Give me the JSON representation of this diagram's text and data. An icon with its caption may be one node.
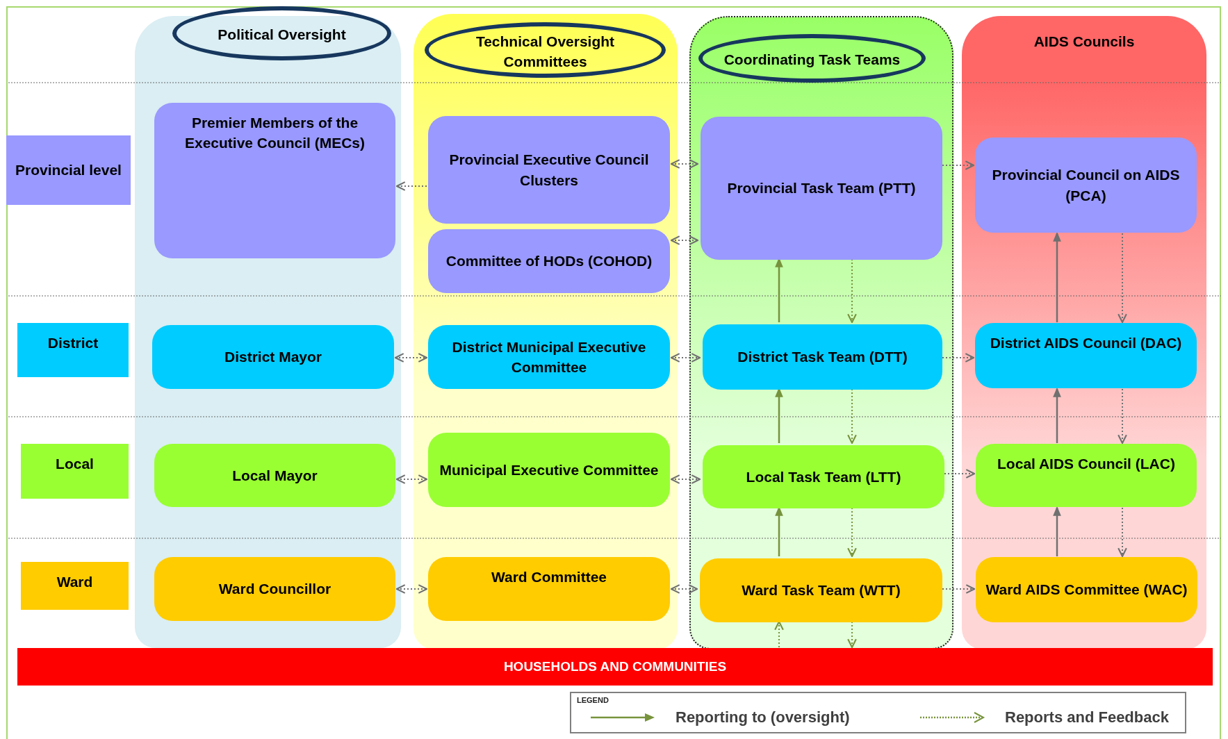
{
  "diagram": {
    "nodes": [
      {
        "text": [],
        "shape": "band"
      },
      {
        "text": [
          "Political Oversight"
        ]
      },
      {
        "text": [],
        "shape": "band"
      },
      {
        "text": [
          "Technical Oversight Committees"
        ],
        "in": 2
      },
      {
        "text": [],
        "shape": "band"
      },
      {
        "text": [
          "Coordinating Task Teams"
        ],
        "in": 4
      },
      {
        "text": [
          "AIDS Councils"
        ]
      },
      {
        "text": [
          "Provincial level"
        ]
      },
      {
        "text": [
          "Premier Members of the Executive Council (MECs)"
        ],
        "in": 0
      },
      {
        "text": [
          "Provincial Executive Council Clusters"
        ],
        "in": 2
      },
      {
        "text": [
          "Committee of HODs (COHOD)"
        ],
        "in": 2
      },
      {
        "text": [
          "Provincial Task Team (PTT)"
        ],
        "in": 4
      },
      {
        "text": [
          "Provincial Council on AIDS (PCA)"
        ],
        "in": 6
      },
      {
        "text": [
          "District"
        ]
      },
      {
        "text": [
          "District Mayor"
        ],
        "in": 0
      },
      {
        "text": [
          "District Municipal Executive Committee"
        ],
        "in": 2
      },
      {
        "text": [
          "District Task Team (DTT)"
        ],
        "in": 4
      },
      {
        "text": [
          "District AIDS Council (DAC)"
        ],
        "in": 6
      },
      {
        "text": [
          "Local"
        ]
      },
      {
        "text": [
          "Local Mayor"
        ],
        "in": 0
      },
      {
        "text": [
          "Municipal Executive Committee"
        ],
        "in": 2
      },
      {
        "text": [
          "Local Task Team (LTT)"
        ],
        "in": 4
      },
      {
        "text": [
          "Local AIDS Council (LAC)"
        ],
        "in": 6
      },
      {
        "text": [
          "Ward"
        ]
      },
      {
        "text": [
          "Ward Councillor"
        ],
        "in": 0
      },
      {
        "text": [
          "Ward Committee"
        ],
        "in": 2
      },
      {
        "text": [
          "Ward Task Team (WTT)"
        ],
        "in": 4
      },
      {
        "text": [
          "Ward AIDS Committee (WAC)"
        ],
        "in": 6
      },
      {
        "text": [
          "HOUSEHOLDS AND COMMUNITIES"
        ]
      }
    ],
    "edges": [
      {
        "from": 9,
        "to": 8,
        "arrow": "to",
        "style": "dashed"
      },
      {
        "from": 9,
        "to": 11,
        "arrow": "both",
        "style": "dashed"
      },
      {
        "from": 10,
        "to": 11,
        "arrow": "both",
        "style": "dashed"
      },
      {
        "from": 11,
        "to": 12,
        "arrow": "to",
        "style": "dashed"
      },
      {
        "from": 16,
        "to": 11,
        "arrow": "to",
        "color": "#77933c"
      },
      {
        "from": 11,
        "to": 16,
        "arrow": "to",
        "style": "dashed",
        "color": "#77933c"
      },
      {
        "from": 14,
        "to": 15,
        "arrow": "both",
        "style": "dashed"
      },
      {
        "from": 15,
        "to": 16,
        "arrow": "both",
        "style": "dashed"
      },
      {
        "from": 16,
        "to": 17,
        "arrow": "to",
        "style": "dashed"
      },
      {
        "from": 17,
        "to": 12,
        "arrow": "to"
      },
      {
        "from": 12,
        "to": 17,
        "arrow": "to",
        "style": "dashed"
      },
      {
        "from": 21,
        "to": 16,
        "arrow": "to",
        "color": "#77933c"
      },
      {
        "from": 16,
        "to": 21,
        "arrow": "to",
        "style": "dashed",
        "color": "#77933c"
      },
      {
        "from": 22,
        "to": 17,
        "arrow": "to"
      },
      {
        "from": 17,
        "to": 22,
        "arrow": "to",
        "style": "dashed"
      },
      {
        "from": 19,
        "to": 20,
        "arrow": "both",
        "style": "dashed"
      },
      {
        "from": 20,
        "to": 21,
        "arrow": "both",
        "style": "dashed"
      },
      {
        "from": 21,
        "to": 22,
        "arrow": "to",
        "style": "dashed"
      },
      {
        "from": 26,
        "to": 21,
        "arrow": "to",
        "color": "#77933c"
      },
      {
        "from": 21,
        "to": 26,
        "arrow": "to",
        "style": "dashed",
        "color": "#77933c"
      },
      {
        "from": 27,
        "to": 22,
        "arrow": "to"
      },
      {
        "from": 22,
        "to": 27,
        "arrow": "to",
        "style": "dashed"
      },
      {
        "from": 24,
        "to": 25,
        "arrow": "both",
        "style": "dashed"
      },
      {
        "from": 25,
        "to": 26,
        "arrow": "both",
        "style": "dashed"
      },
      {
        "from": 26,
        "to": 27,
        "arrow": "to",
        "style": "dashed"
      },
      {
        "from": 28,
        "to": 26,
        "arrow": "to",
        "style": "dashed",
        "color": "#77933c"
      },
      {
        "from": 26,
        "to": 28,
        "arrow": "to",
        "style": "dashed",
        "color": "#77933c"
      }
    ],
    "labels": [
      "LEGEND"
    ],
    "legend": [
      {
        "text": "Reporting to (oversight)"
      },
      {
        "text": "Reports and Feedback"
      }
    ]
  }
}
